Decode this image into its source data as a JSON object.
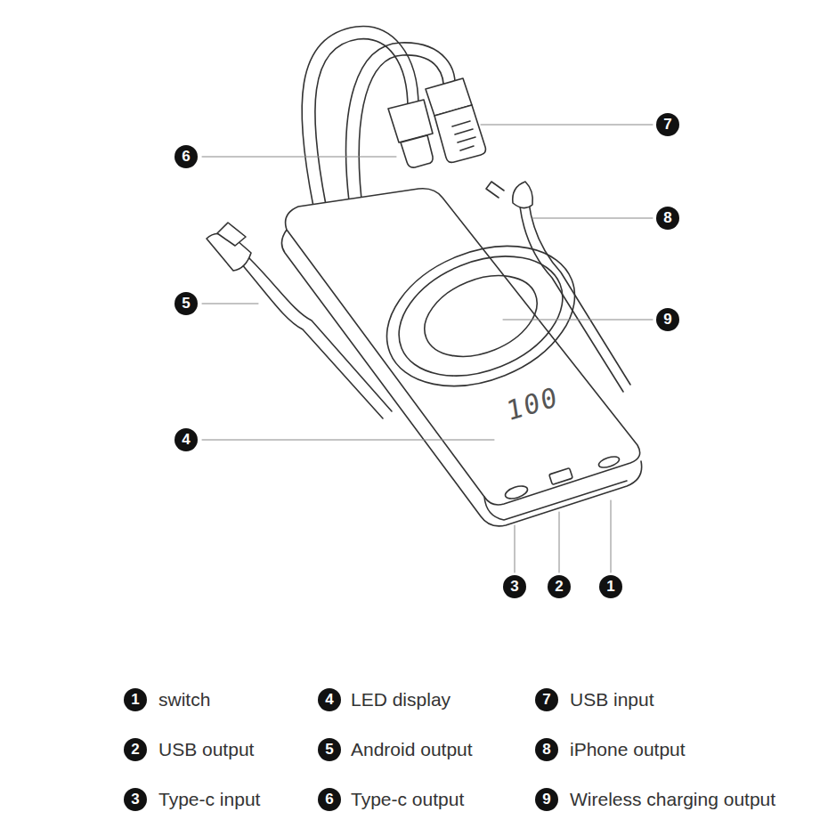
{
  "diagram": {
    "labels": [
      "6",
      "7",
      "8",
      "5",
      "9",
      "4",
      "3",
      "2",
      "1",
      "100",
      "1",
      "4",
      "7",
      "2",
      "5",
      "8",
      "3",
      "6",
      "9"
    ],
    "legend": [
      {
        "text": "switch"
      },
      {
        "text": "LED display"
      },
      {
        "text": "USB input"
      },
      {
        "text": "USB output"
      },
      {
        "text": "Android output"
      },
      {
        "text": "iPhone output"
      },
      {
        "text": "Type-c input"
      },
      {
        "text": "Type-c output"
      },
      {
        "text": "Wireless charging output"
      }
    ]
  }
}
